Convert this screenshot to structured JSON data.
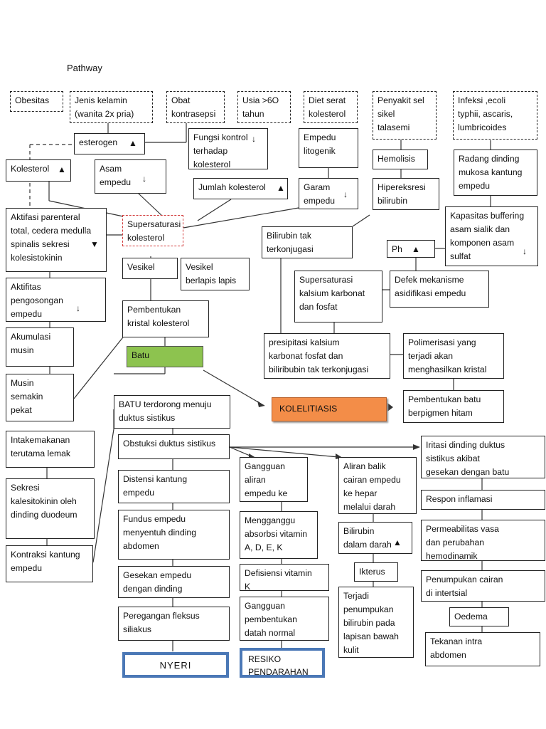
{
  "title": "Pathway",
  "nodes": {
    "obesitas": "Obesitas",
    "jenis_kelamin": "Jenis kelamin\n(wanita 2x pria)",
    "obat": "Obat\nkontrasepsi",
    "usia": "Usia >6O\ntahun",
    "diet": "Diet serat\nkolesterol",
    "penyakit_sel": "Penyakit sel\nsikel\ntalasemi",
    "infeksi": "Infeksi ,ecoli\ntyphii, ascaris,\nlumbricoides",
    "esterogen": "esterogen",
    "fungsi_kontrol": "Fungsi kontrol\nterhadap kolesterol",
    "empedu_litogenik": "Empedu\nlitogenik",
    "hemolisis": "Hemolisis",
    "radang": "Radang dinding\nmukosa kantung\nempedu",
    "kolesterol": "Kolesterol",
    "asam_empedu": "Asam\nempedu",
    "jumlah_kolesterol": "Jumlah kolesterol",
    "garam_empedu": "Garam\nempedu",
    "hipereksresi": "Hipereksresi\nbilirubin",
    "kapasitas": "Kapasitas buffering\nasam sialik dan\nkomponen asam\nsulfat",
    "aktifasi": "Aktifasi parenteral\ntotal, cedera medulla\nspinalis sekresi\nkolesistokinin",
    "supersaturasi_kol": "Supersaturasi\nkolesterol",
    "bilirubin_tak": "Bilirubin tak\nterkonjugasi",
    "ph": "Ph",
    "vesikel": "Vesikel",
    "vesikel_lapis": "Vesikel\nberlapis lapis",
    "supersaturasi_kalsium": "Supersaturasi\nkalsium karbonat\ndan fosfat",
    "defek": "Defek mekanisme\nasidifikasi empedu",
    "aktifitas": "Aktifitas\npengosongan\nempedu",
    "pembentukan_kristal": "Pembentukan\nkristal kolesterol",
    "akumulasi": "Akumulasi\nmusin",
    "presipitasi": "presipitasi kalsium\nkarbonat fosfat dan\nbiliribubin tak terkonjugasi",
    "polimerisasi": "Polimerisasi yang\nterjadi akan\nmenghasilkan kristal",
    "batu": "Batu",
    "musin": "Musin\nsemakin\npekat",
    "batu_terdorong": "BATU terdorong menuju\nduktus sistikus",
    "kolelitiasis": "KOLELITIASIS",
    "pembentukan_batu": "Pembentukan batu\nberpigmen hitam",
    "intake": "Intakemakanan\nterutama lemak",
    "obstruksi": "Obstuksi duktus sistikus",
    "iritasi": "Iritasi dinding duktus\nsistikus akibat\ngesekan dengan batu",
    "gangguan_aliran": "Gangguan aliran\nempedu ke\nduodenum",
    "aliran_balik": "Aliran balik\ncairan empedu\nke hepar\nmelalui darah",
    "distensi": "Distensi kantung\nempedu",
    "sekresi": "Sekresi\nkalesitokinin oleh\ndinding duodeum",
    "respon": "Respon inflamasi",
    "fundus": "Fundus empedu\nmenyentuh dinding\nabdomen",
    "mengganggu": "Mengganggu\nabsorbsi vitamin\nA, D, E, K",
    "bilirubin_darah": "Bilirubin\ndalam darah",
    "permeabilitas": "Permeabilitas vasa\ndan perubahan\nhemodinamik",
    "kontraksi": "Kontraksi kantung\nempedu",
    "ikterus": "Ikterus",
    "gesekan": "Gesekan empedu\ndengan dinding",
    "defisiensi": "Defisiensi vitamin\nK",
    "penumpukan_cairan": "Penumpukan cairan\ndi intertsial",
    "terjadi_penumpukan": "Terjadi\npenumpukan\nbilirubin pada\nlapisan bawah\nkulit",
    "peregangan": "Peregangan fleksus\nsiliakus",
    "gangguan_pembentukan": "Gangguan\npembentukan\ndatah normal",
    "oedema": "Oedema",
    "tekanan": "Tekanan intra\nabdomen",
    "nyeri": "NYERI",
    "resiko": "RESIKO\nPENDARAHAN"
  },
  "colors": {
    "batu_fill": "#8dc34f",
    "kolelitiasis_fill": "#f38d48",
    "outcome_border": "#4b78b6",
    "supersaturasi_border": "#d23a3a"
  }
}
